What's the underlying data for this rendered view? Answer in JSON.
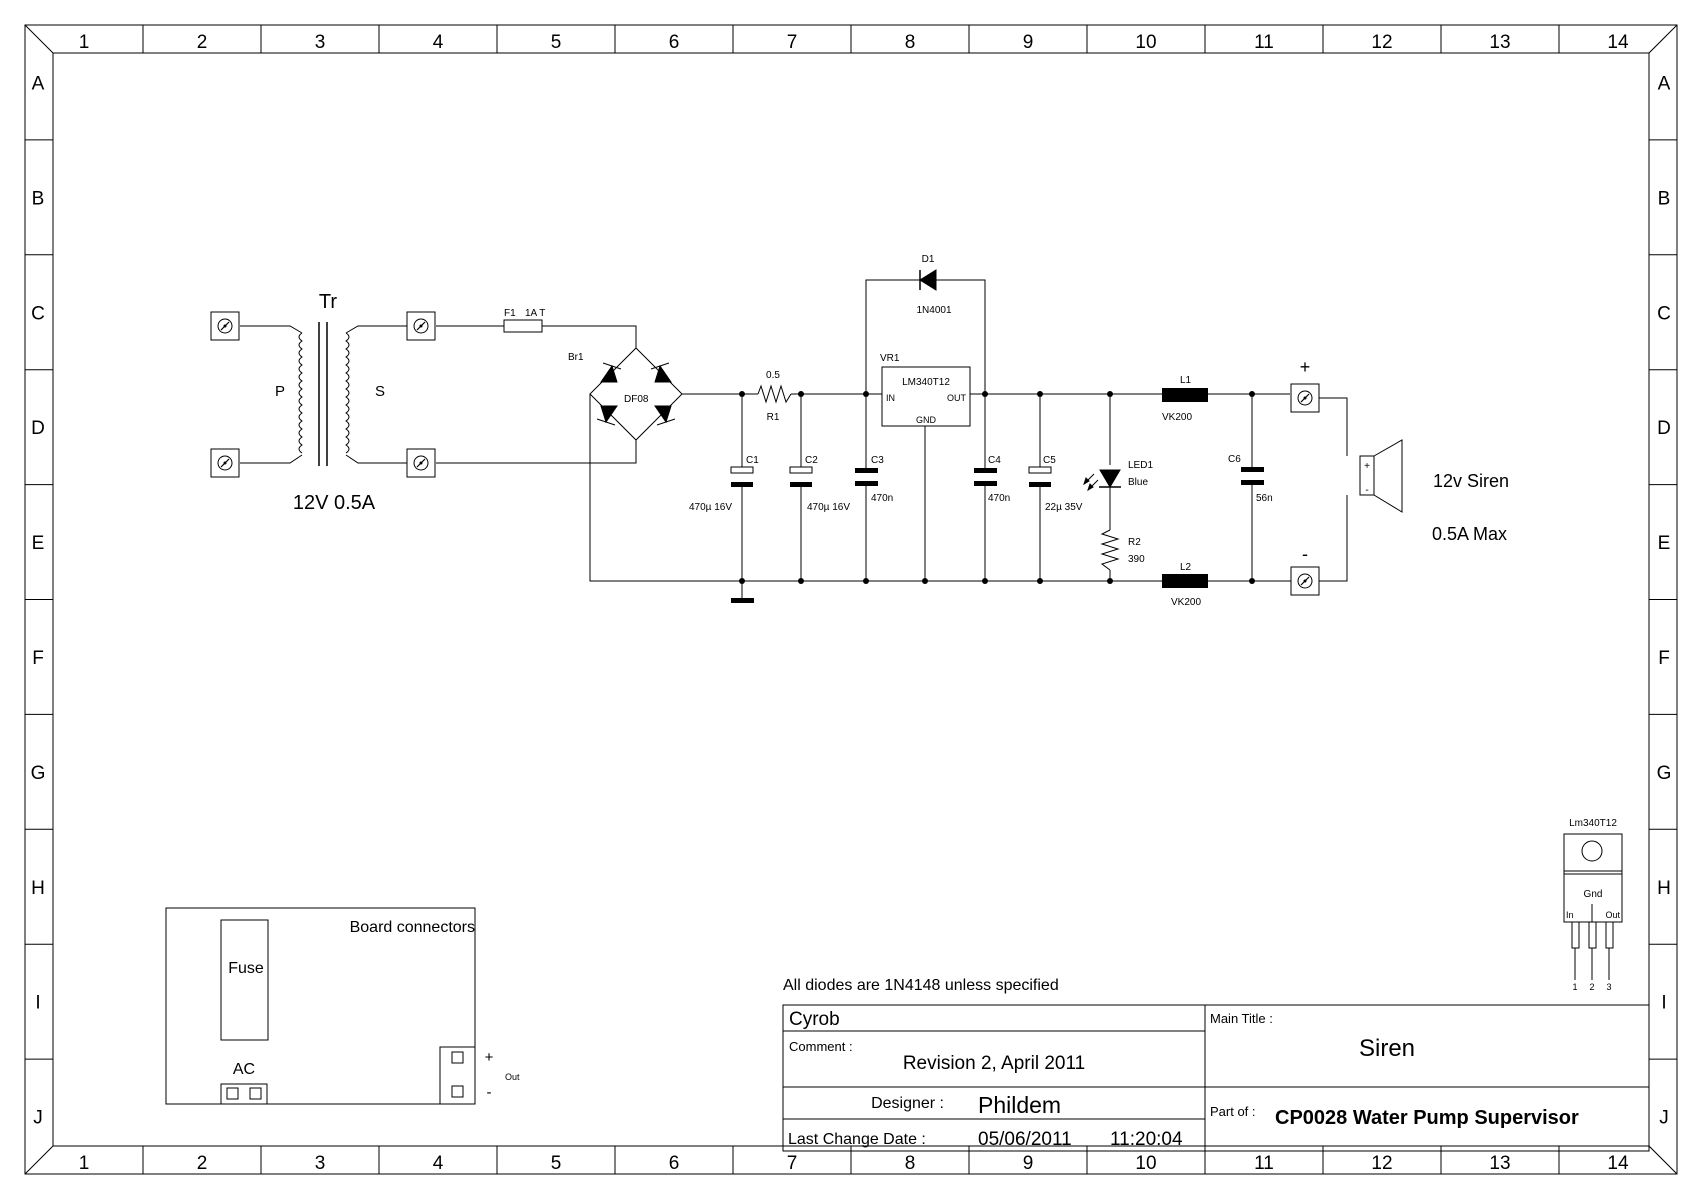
{
  "frame": {
    "columns": [
      "1",
      "2",
      "3",
      "4",
      "5",
      "6",
      "7",
      "8",
      "9",
      "10",
      "11",
      "12",
      "13",
      "14"
    ],
    "rows": [
      "A",
      "B",
      "C",
      "D",
      "E",
      "F",
      "G",
      "H",
      "I",
      "J"
    ]
  },
  "transformer": {
    "name": "Tr",
    "primary": "P",
    "secondary": "S",
    "rating": "12V 0.5A"
  },
  "components": {
    "fuse": {
      "ref": "F1",
      "value": "1A T"
    },
    "bridge": {
      "ref": "Br1",
      "value": "DF08"
    },
    "r1": {
      "ref": "R1",
      "value": "0.5"
    },
    "c1": {
      "ref": "C1",
      "value": "470µ 16V"
    },
    "c2": {
      "ref": "C2",
      "value": "470µ 16V"
    },
    "c3": {
      "ref": "C3",
      "value": "470n"
    },
    "vr1": {
      "ref": "VR1",
      "value": "LM340T12",
      "pin_in": "IN",
      "pin_out": "OUT",
      "pin_gnd": "GND"
    },
    "d1": {
      "ref": "D1",
      "value": "1N4001"
    },
    "c4": {
      "ref": "C4",
      "value": "470n"
    },
    "c5": {
      "ref": "C5",
      "value": "22µ 35V"
    },
    "led1": {
      "ref": "LED1",
      "value": "Blue"
    },
    "r2": {
      "ref": "R2",
      "value": "390"
    },
    "l1": {
      "ref": "L1",
      "value": "VK200"
    },
    "l2": {
      "ref": "L2",
      "value": "VK200"
    },
    "c6": {
      "ref": "C6",
      "value": "56n"
    }
  },
  "output": {
    "plus": "+",
    "minus": "-",
    "speaker_plus": "+",
    "speaker_minus": "-",
    "siren_label": "12v Siren",
    "siren_rating": "0.5A Max"
  },
  "package": {
    "title": "Lm340T12",
    "gnd": "Gnd",
    "in": "In",
    "out": "Out",
    "pins": [
      "1",
      "2",
      "3"
    ]
  },
  "board": {
    "title": "Board connectors",
    "fuse": "Fuse",
    "ac": "AC",
    "plus": "+",
    "minus": "-",
    "out": "Out"
  },
  "title_block": {
    "note": "All diodes are 1N4148 unless specified",
    "company": "Cyrob",
    "comment_label": "Comment :",
    "comment": "Revision 2, April 2011",
    "designer_label": "Designer :",
    "designer": "Phildem",
    "date_label": "Last Change Date :",
    "date": "05/06/2011",
    "time": "11:20:04",
    "main_title_label": "Main Title :",
    "main_title": "Siren",
    "part_of_label": "Part of :",
    "part_of": "CP0028 Water Pump Supervisor"
  }
}
